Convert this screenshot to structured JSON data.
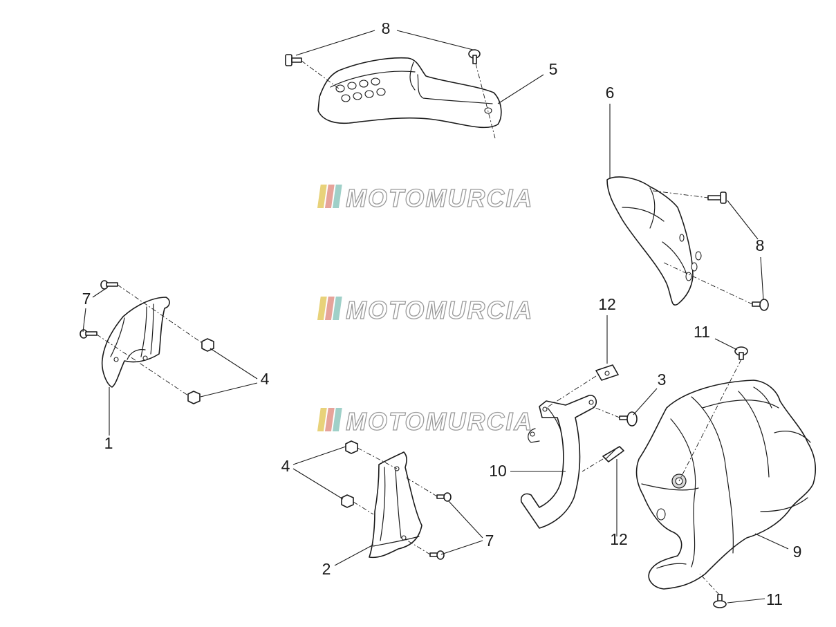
{
  "diagram": {
    "callouts": {
      "c1": "1",
      "c2": "2",
      "c3": "3",
      "c4a": "4",
      "c4b": "4",
      "c5": "5",
      "c6": "6",
      "c7a": "7",
      "c7b": "7",
      "c8a": "8",
      "c8b": "8",
      "c9": "9",
      "c10": "10",
      "c11a": "11",
      "c11b": "11",
      "c12a": "12",
      "c12b": "12"
    },
    "watermarks": [
      "MOTOMURCIA",
      "MOTOMURCIA",
      "MOTOMURCIA"
    ],
    "colors": {
      "line": "#1a1a1a",
      "watermark_outline": "#9a9a9a",
      "watermark_stripes": [
        "#e8d27a",
        "#e6a39a",
        "#9fd0c8"
      ]
    }
  }
}
